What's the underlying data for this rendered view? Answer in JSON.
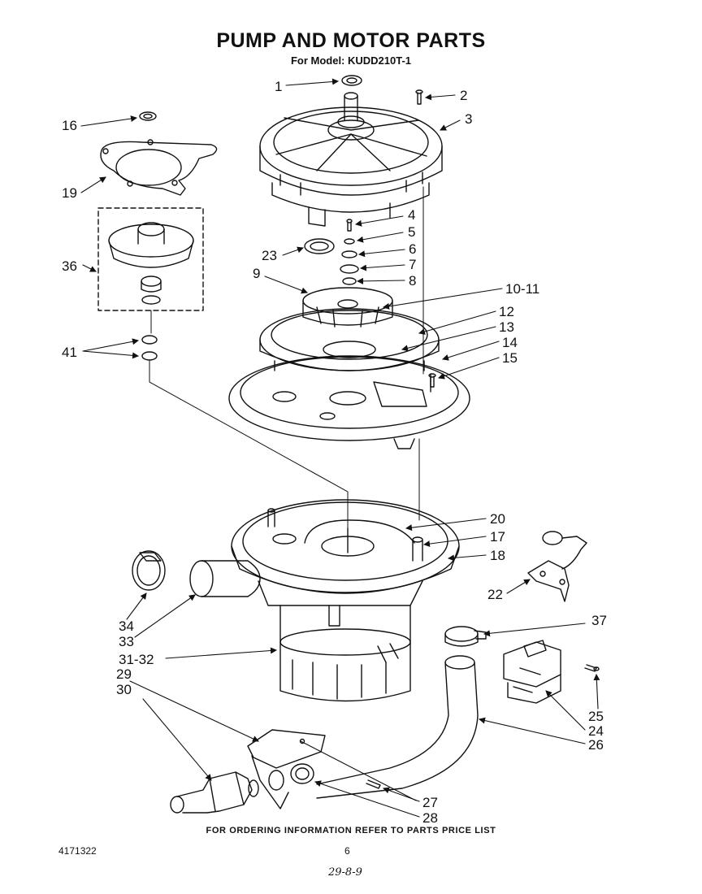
{
  "title": "PUMP AND MOTOR PARTS",
  "subtitle": "For Model: KUDD210T-1",
  "footer": "FOR ORDERING INFORMATION REFER TO PARTS PRICE LIST",
  "doc_number": "4171322",
  "page_number": "6",
  "handwritten_note": "29-8-9",
  "callouts": {
    "c1": "1",
    "c2": "2",
    "c3": "3",
    "c4": "4",
    "c5": "5",
    "c6": "6",
    "c7": "7",
    "c8": "8",
    "c9": "9",
    "c10": "10-11",
    "c12": "12",
    "c13": "13",
    "c14": "14",
    "c15": "15",
    "c16": "16",
    "c17": "17",
    "c18": "18",
    "c19": "19",
    "c20": "20",
    "c22": "22",
    "c23": "23",
    "c24": "24",
    "c25": "25",
    "c26": "26",
    "c27": "27",
    "c28": "28",
    "c29": "29",
    "c30": "30",
    "c31": "31-32",
    "c33": "33",
    "c34": "34",
    "c36": "36",
    "c37": "37",
    "c41": "41"
  }
}
